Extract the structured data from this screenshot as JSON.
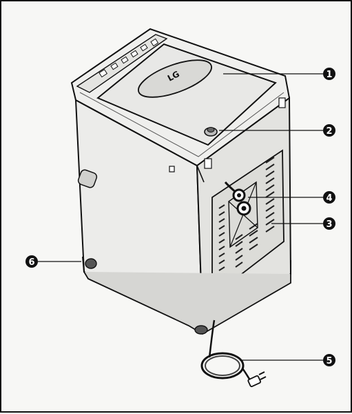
{
  "diagram": {
    "brand_label": "LG",
    "callouts": [
      {
        "number": "1",
        "target": "lid"
      },
      {
        "number": "2",
        "target": "water-inlet"
      },
      {
        "number": "3",
        "target": "rear-panel"
      },
      {
        "number": "4",
        "target": "drain-hose-connection"
      },
      {
        "number": "5",
        "target": "power-cord"
      },
      {
        "number": "6",
        "target": "base-leg"
      }
    ]
  }
}
